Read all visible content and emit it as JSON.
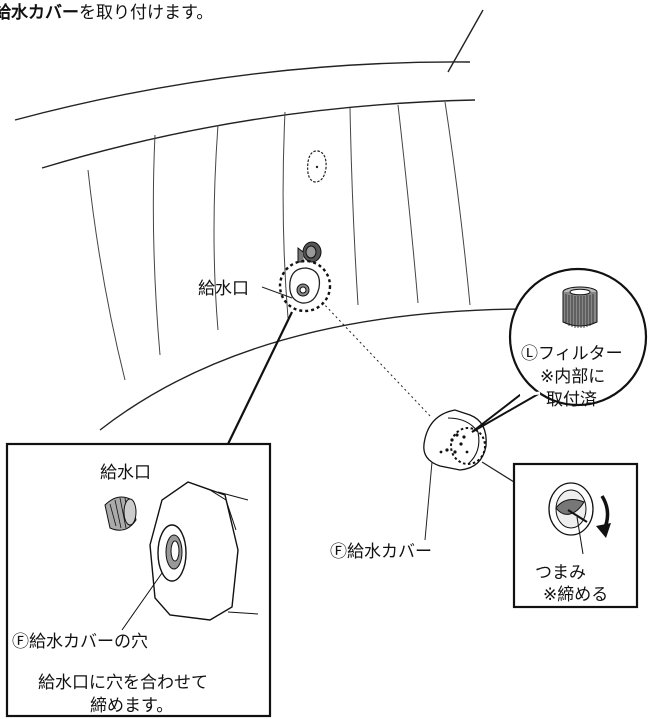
{
  "header": {
    "instruction_bold": "給水カバー",
    "instruction_rest": "を取り付けます。"
  },
  "labels": {
    "water_inlet": "給水口",
    "filter_line1": "Ⓛフィルター",
    "filter_line2": "※内部に",
    "filter_line3": "取付済",
    "cover": "Ⓕ給水カバー",
    "knob_line1": "つまみ",
    "knob_line2": "※締める",
    "detail_inlet": "給水口",
    "cover_hole": "Ⓕ給水カバーの穴",
    "note_line1": "給水口に穴を合わせて",
    "note_line2": "締めます。"
  }
}
